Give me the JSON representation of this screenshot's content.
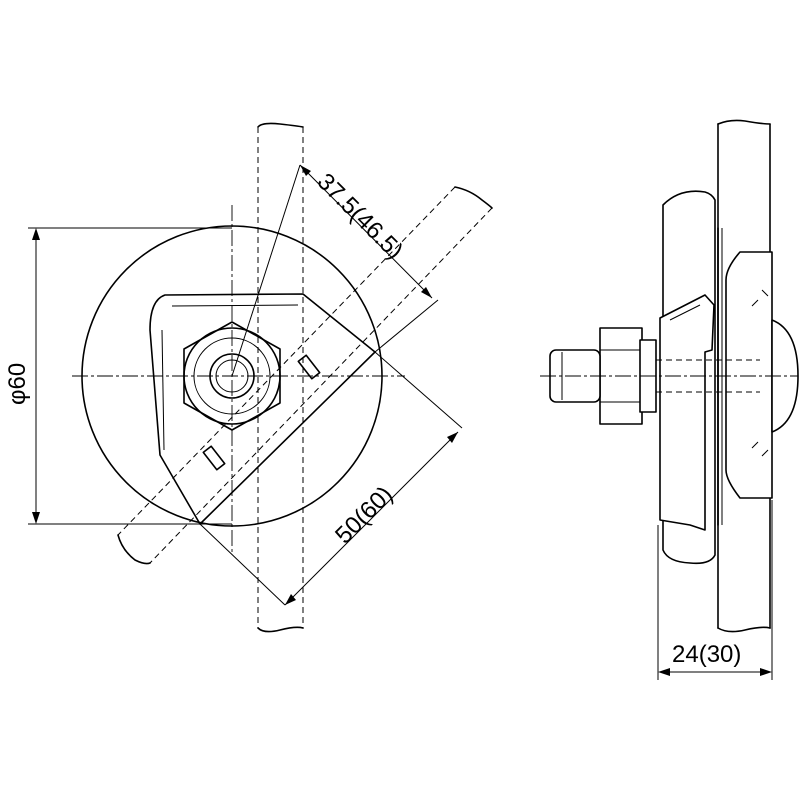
{
  "dimensions": {
    "diameter_label": "φ60",
    "diagonal_width_label": "37.5(46.5)",
    "diagonal_length_label": "50(60)",
    "depth_label": "24(30)"
  }
}
